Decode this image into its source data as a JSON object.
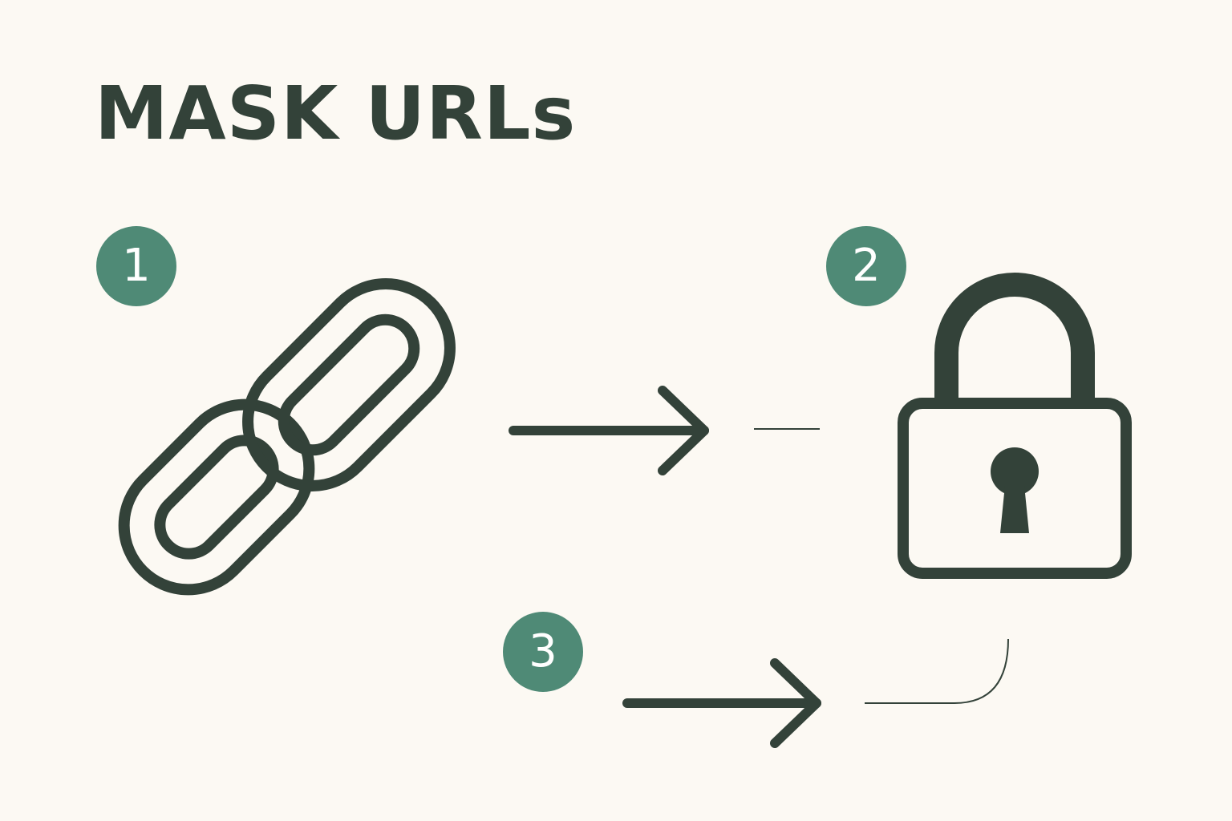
{
  "title": "MASK URLs",
  "colors": {
    "background": "#fcf9f3",
    "ink": "#334239",
    "badge": "#4f8a76"
  },
  "steps": [
    {
      "number": "1",
      "icon": "chain-link-icon"
    },
    {
      "number": "2",
      "icon": "padlock-icon"
    },
    {
      "number": "3",
      "icon": "arrow-right-icon"
    }
  ]
}
